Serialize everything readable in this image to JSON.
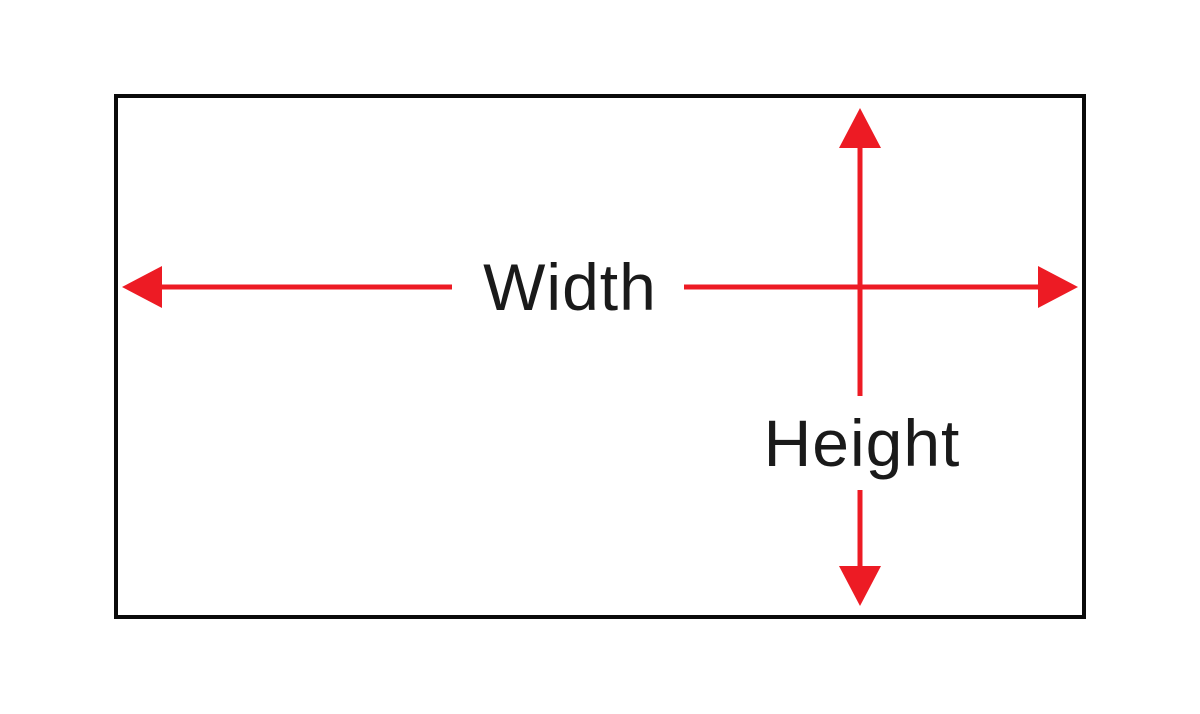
{
  "diagram": {
    "type": "dimension-diagram",
    "labels": {
      "width": "Width",
      "height": "Height"
    },
    "colors": {
      "arrow": "#ed1b24",
      "border": "#0a0a0a",
      "text": "#1a1a1a",
      "background": "#ffffff"
    }
  }
}
